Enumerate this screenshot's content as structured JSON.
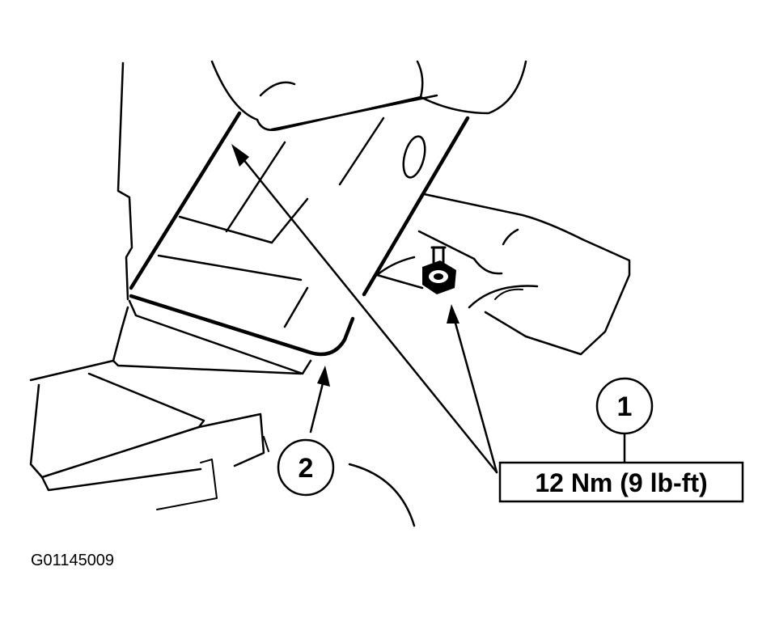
{
  "callouts": [
    {
      "number": "1",
      "target": "bolt"
    },
    {
      "number": "2",
      "target": "bracket-edge"
    }
  ],
  "torque_spec": "12 Nm (9 lb-ft)",
  "figure_id": "G01145009"
}
